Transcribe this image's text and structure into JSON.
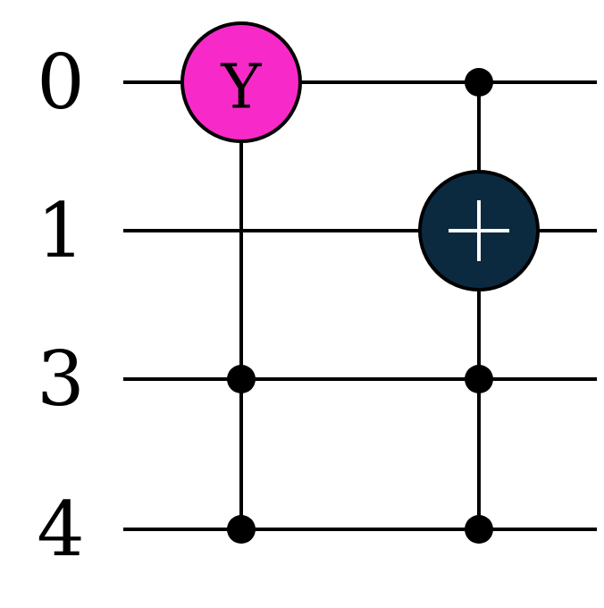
{
  "circuit": {
    "qubits": [
      "0",
      "1",
      "3",
      "4"
    ],
    "gates": [
      {
        "name": "Y",
        "label": "Y",
        "type": "controlled-y",
        "target": "0",
        "controls": [
          "3",
          "4"
        ],
        "color": "#f72ac9"
      },
      {
        "name": "X",
        "label": "+",
        "type": "controlled-x",
        "target": "1",
        "controls": [
          "0",
          "3",
          "4"
        ],
        "color": "#0b2a40"
      }
    ],
    "wire_color": "#000000",
    "control_dot_color": "#000000"
  }
}
